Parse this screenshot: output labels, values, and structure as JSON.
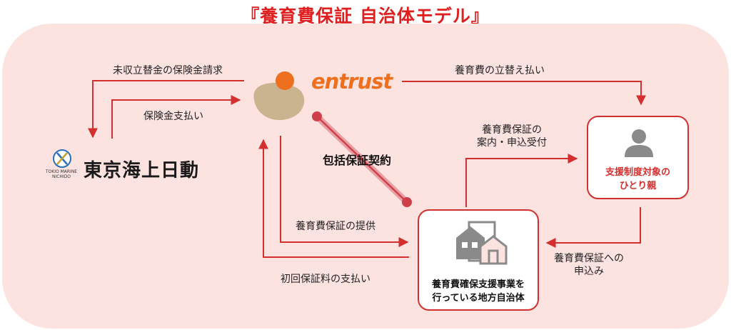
{
  "title": "『養育費保証 自治体モデル』",
  "entrust": {
    "wordmark": "entrust"
  },
  "tokio": {
    "name": "東京海上日動",
    "sub_line1": "TOKIO MARINE",
    "sub_line2": "NICHIDO"
  },
  "nodes": {
    "single_parent": {
      "line1": "支援制度対象の",
      "line2": "ひとり親",
      "text_color": "#d32f2f"
    },
    "municipality": {
      "line1": "養育費確保支援事業を",
      "line2": "行っている地方自治体"
    }
  },
  "flows": {
    "claim": "未収立替金の保険金請求",
    "payout": "保険金支払い",
    "advance": "養育費の立替え払い",
    "guidance_line1": "養育費保証の",
    "guidance_line2": "案内・申込受付",
    "contract": "包括保証契約",
    "provision": "養育費保証の提供",
    "fee": "初回保証料の支払い",
    "apply_line1": "養育費保証への",
    "apply_line2": "申込み"
  },
  "colors": {
    "title": "#e02020",
    "panel": "#fde3e0",
    "box_border": "#d32f2f",
    "arrow": "#d32f2f",
    "contract_line": "#d0404a",
    "entrust_orange": "#ee6f1e",
    "entrust_beige": "#c9b48f",
    "tokio_blue": "#2a6fb8"
  }
}
